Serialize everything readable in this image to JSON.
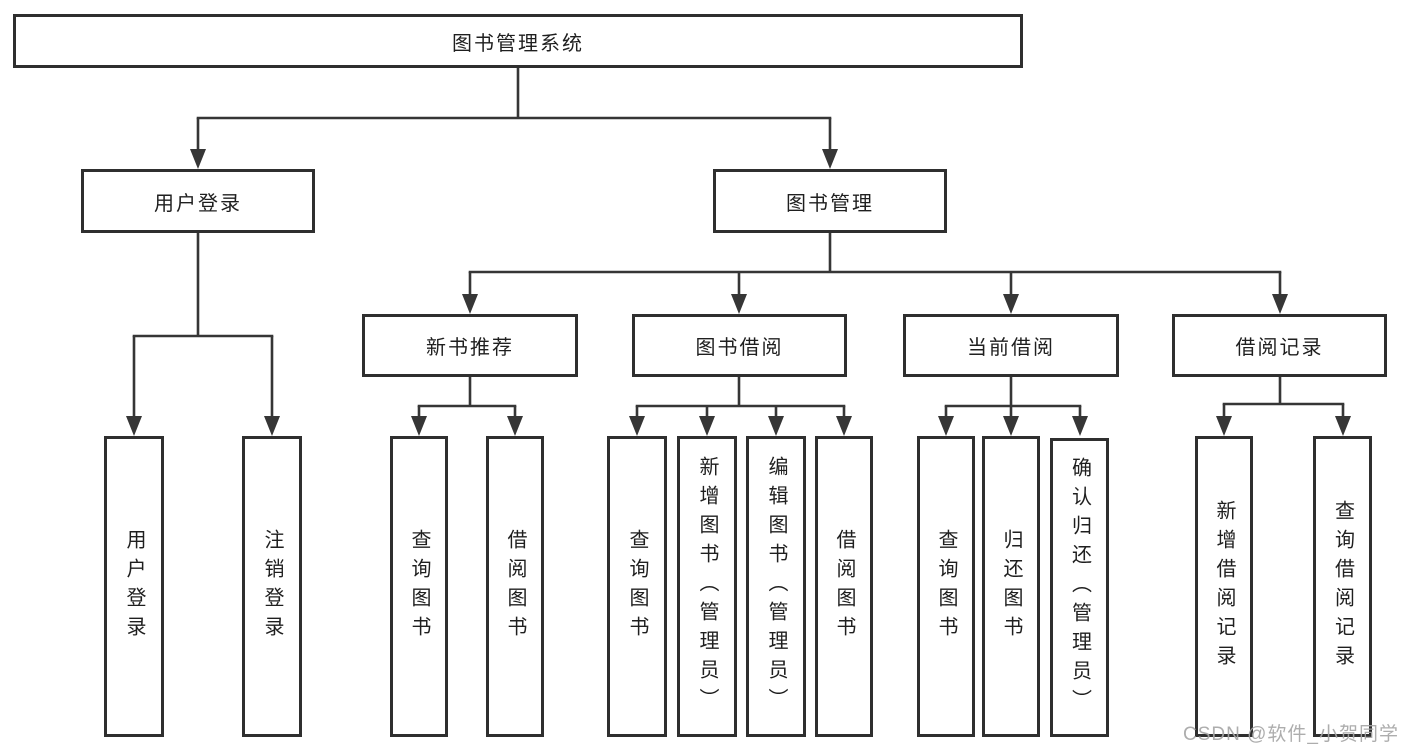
{
  "diagram": {
    "root": {
      "label": "图书管理系统"
    },
    "branches": [
      {
        "label": "用户登录",
        "children": [
          {
            "label": "用户登录"
          },
          {
            "label": "注销登录"
          }
        ]
      },
      {
        "label": "图书管理",
        "children": [
          {
            "label": "新书推荐",
            "children": [
              {
                "label": "查询图书"
              },
              {
                "label": "借阅图书"
              }
            ]
          },
          {
            "label": "图书借阅",
            "children": [
              {
                "label": "查询图书"
              },
              {
                "label": "新增图书（管理员）"
              },
              {
                "label": "编辑图书（管理员）"
              },
              {
                "label": "借阅图书"
              }
            ]
          },
          {
            "label": "当前借阅",
            "children": [
              {
                "label": "查询图书"
              },
              {
                "label": "归还图书"
              },
              {
                "label": "确认归还（管理员）"
              }
            ]
          },
          {
            "label": "借阅记录",
            "children": [
              {
                "label": "新增借阅记录"
              },
              {
                "label": "查询借阅记录"
              }
            ]
          }
        ]
      }
    ]
  },
  "watermark": {
    "text": "CSDN @软件_小贺同学"
  },
  "colors": {
    "line": "#363636",
    "box_border": "#2f2f2f",
    "text": "#1f1f1f",
    "background": "#ffffff",
    "watermark": "#a6a6a6"
  }
}
